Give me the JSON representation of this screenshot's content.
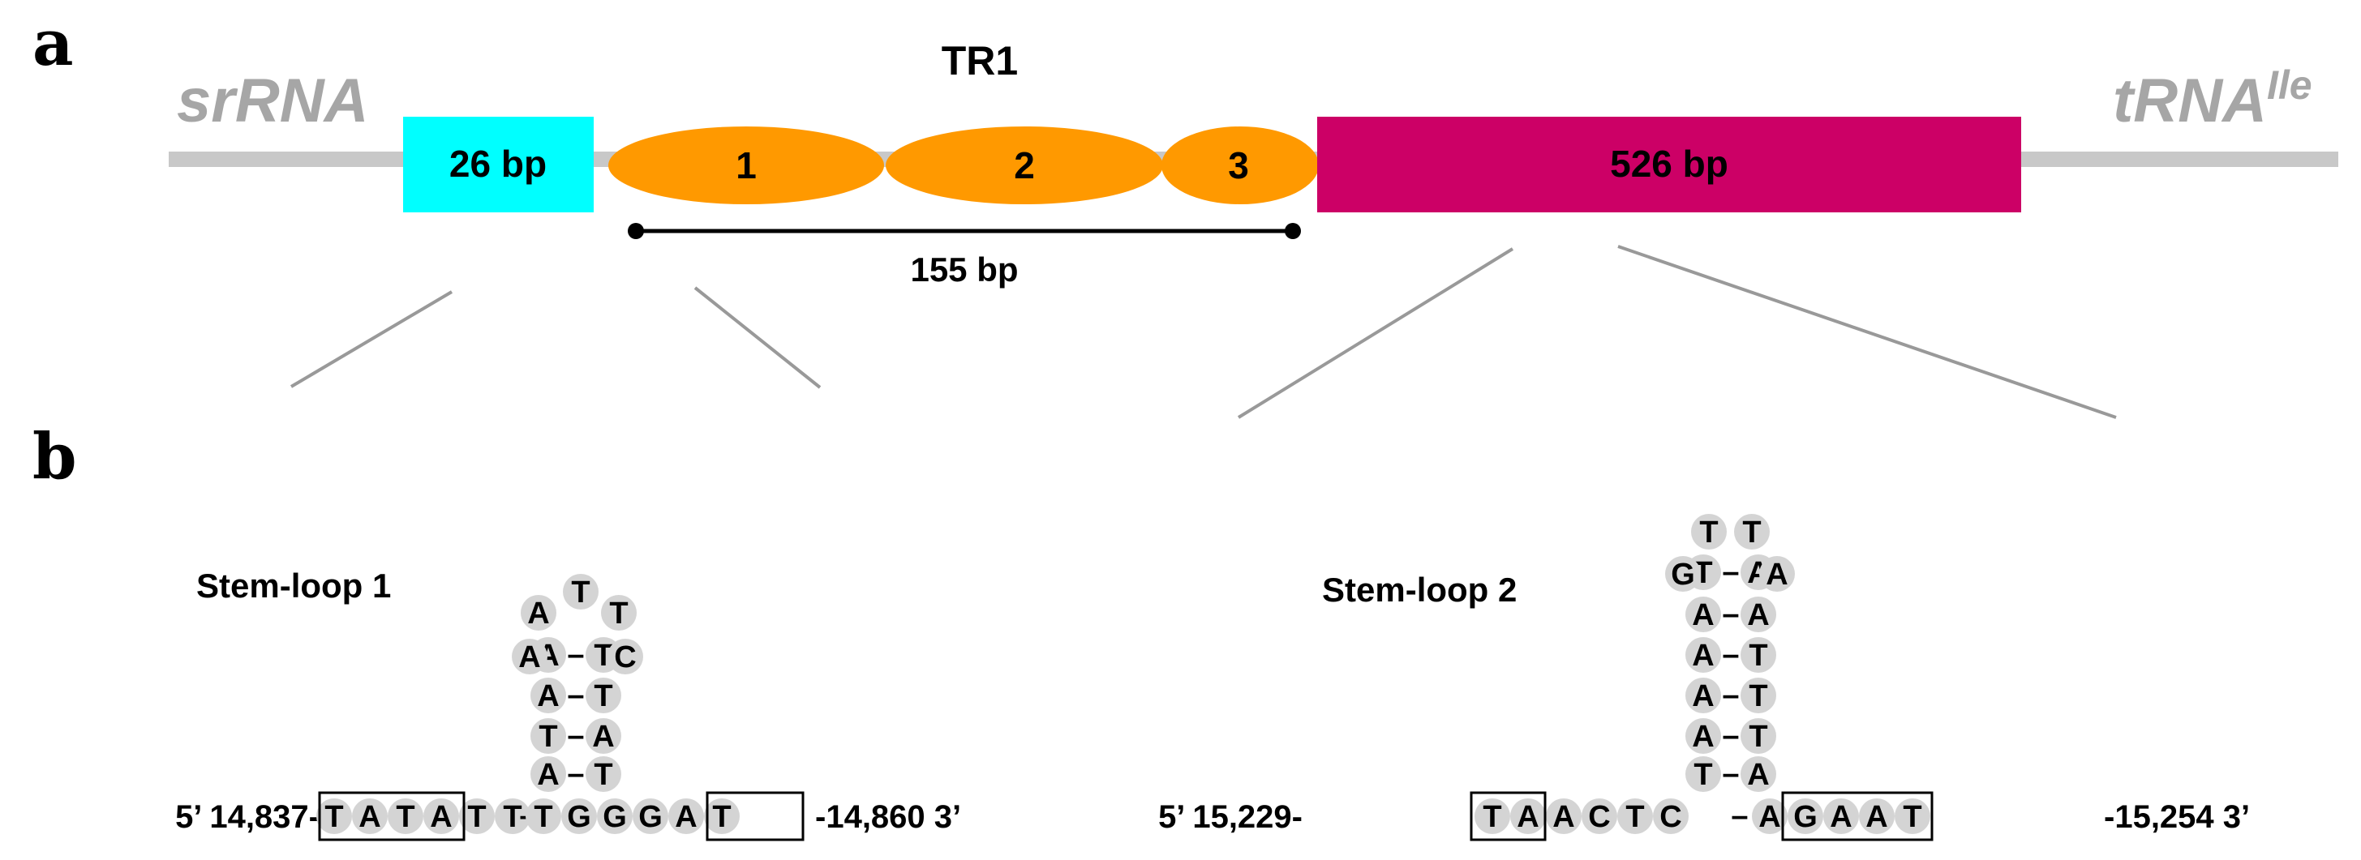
{
  "panels": {
    "a": {
      "letter": "a"
    },
    "b": {
      "letter": "b"
    }
  },
  "genome_map": {
    "left_gene": "srRNA",
    "right_gene": {
      "base": "tRNA",
      "superscript": "Ile"
    },
    "tr1_title": "TR1",
    "box_left": {
      "label": "26 bp",
      "color": "#00ffff"
    },
    "repeats": [
      {
        "label": "1",
        "color": "#ff9900"
      },
      {
        "label": "2",
        "color": "#ff9900"
      },
      {
        "label": "3",
        "color": "#ff9900"
      }
    ],
    "box_right": {
      "label": "526 bp",
      "color": "#cc0066"
    },
    "span_label": "155 bp"
  },
  "stem_loops": [
    {
      "title": "Stem-loop 1",
      "start_label": "5’ 14,837-",
      "end_label": "-14,860 3’",
      "base_left": [
        "T",
        "A",
        "T",
        "A",
        "T",
        "T"
      ],
      "base_right": [
        "T",
        "G",
        "G",
        "G",
        "A",
        "T"
      ],
      "stem_left": [
        "A",
        "T",
        "A",
        "A"
      ],
      "stem_right": [
        "T",
        "A",
        "T",
        "T"
      ],
      "stem_pairs": [
        "–",
        "–",
        "–",
        "–"
      ],
      "loop": [
        "A",
        "A",
        "T",
        "T",
        "C"
      ]
    },
    {
      "title": "Stem-loop 2",
      "start_label": "5’ 15,229-",
      "end_label": "-15,254 3’",
      "base_left": [
        "T",
        "A",
        "A",
        "C",
        "T",
        "C"
      ],
      "base_right": [
        "A",
        "G",
        "A",
        "A",
        "T"
      ],
      "stem_left": [
        "T",
        "A",
        "A",
        "A",
        "A",
        "T"
      ],
      "stem_right": [
        "A",
        "T",
        "T",
        "T",
        "A",
        "A"
      ],
      "stem_pairs": [
        "–",
        "–",
        "–",
        "–",
        "–",
        "–"
      ],
      "loop": [
        "G",
        "T",
        "T",
        "A"
      ]
    }
  ]
}
